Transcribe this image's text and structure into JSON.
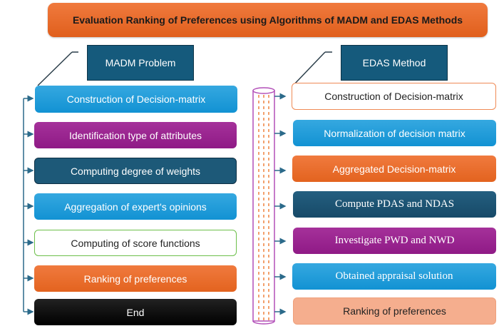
{
  "title": "Evaluation Ranking of Preferences using Algorithms of MADM and EDAS Methods",
  "left": {
    "header": "MADM Problem",
    "steps": [
      {
        "label": "Construction of Decision-matrix",
        "color": "#1a98d6"
      },
      {
        "label": "Identification type of attributes",
        "color": "#9b268f"
      },
      {
        "label": "Computing degree of weights",
        "color": "#1d5978"
      },
      {
        "label": "Aggregation of expert's opinions",
        "color": "#1a98d6"
      },
      {
        "label": "Computing of score functions",
        "color": "#ffffff"
      },
      {
        "label": "Ranking of preferences",
        "color": "#e86b2a"
      },
      {
        "label": "End",
        "color": "#000000"
      }
    ]
  },
  "right": {
    "header": "EDAS Method",
    "steps": [
      {
        "label": "Construction of Decision-matrix",
        "color": "#ffffff"
      },
      {
        "label": "Normalization of decision matrix",
        "color": "#1a98d6"
      },
      {
        "label": "Aggregated Decision-matrix",
        "color": "#e86b2a"
      },
      {
        "label": "Compute PDAS and NDAS",
        "color": "#1d5978"
      },
      {
        "label": "Investigate PWD and NWD",
        "color": "#9b268f"
      },
      {
        "label": "Obtained appraisal solution",
        "color": "#1a98d6"
      },
      {
        "label": "Ranking of preferences",
        "color": "#f5ae8e"
      }
    ]
  },
  "colors": {
    "connector": "#2b6a8a",
    "cylinder_outline": "#b24fb8",
    "cylinder_dash": "#f08a4b"
  }
}
